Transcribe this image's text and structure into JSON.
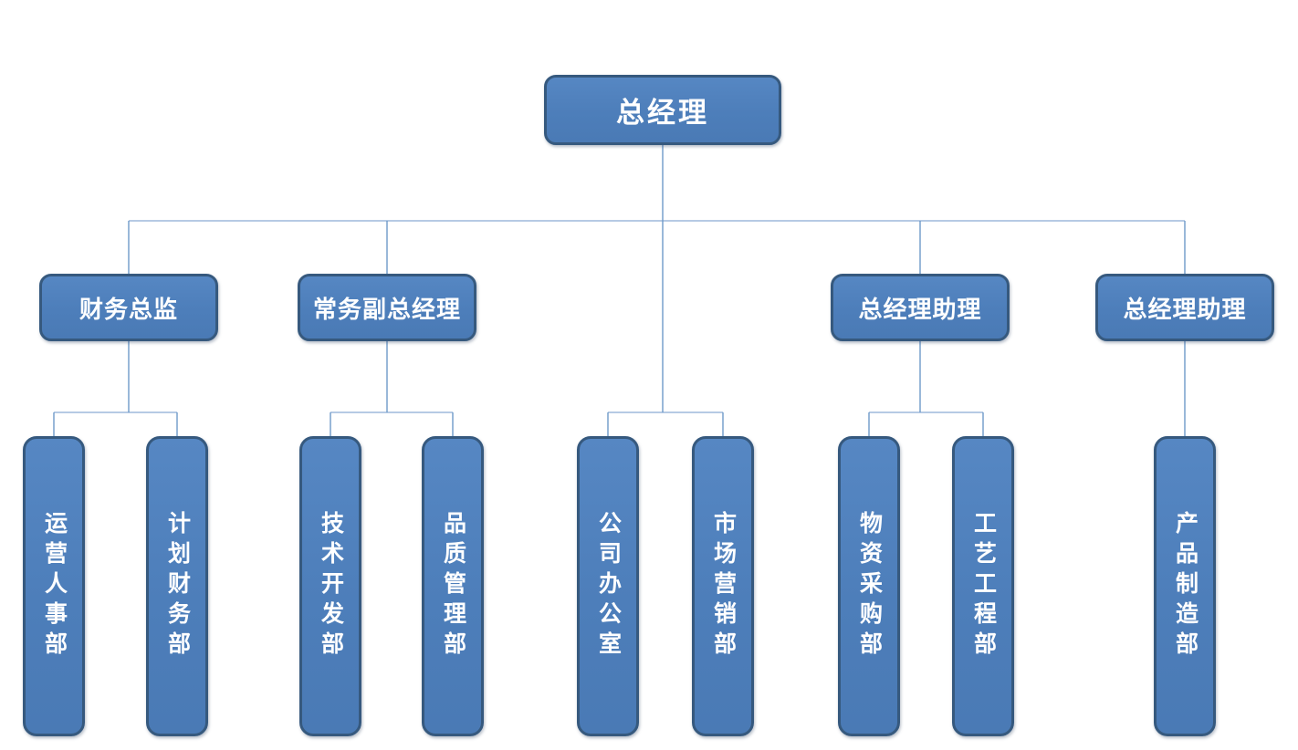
{
  "diagram": {
    "type": "org-chart",
    "colors": {
      "node_fill": "#4E80BC",
      "node_border": "#36597E",
      "connector": "#7097C9",
      "text": "#FFFFFF",
      "background": "#FFFFFF"
    },
    "root": {
      "label": "总经理"
    },
    "branches": [
      {
        "manager": "财务总监",
        "departments": [
          "运营人事部",
          "计划财务部"
        ]
      },
      {
        "manager": "常务副总经理",
        "departments": [
          "技术开发部",
          "品质管理部"
        ]
      },
      {
        "manager": null,
        "departments": [
          "公司办公室",
          "市场营销部"
        ]
      },
      {
        "manager": "总经理助理",
        "departments": [
          "物资采购部",
          "工艺工程部"
        ]
      },
      {
        "manager": "总经理助理",
        "departments": [
          "产品制造部"
        ]
      }
    ]
  }
}
